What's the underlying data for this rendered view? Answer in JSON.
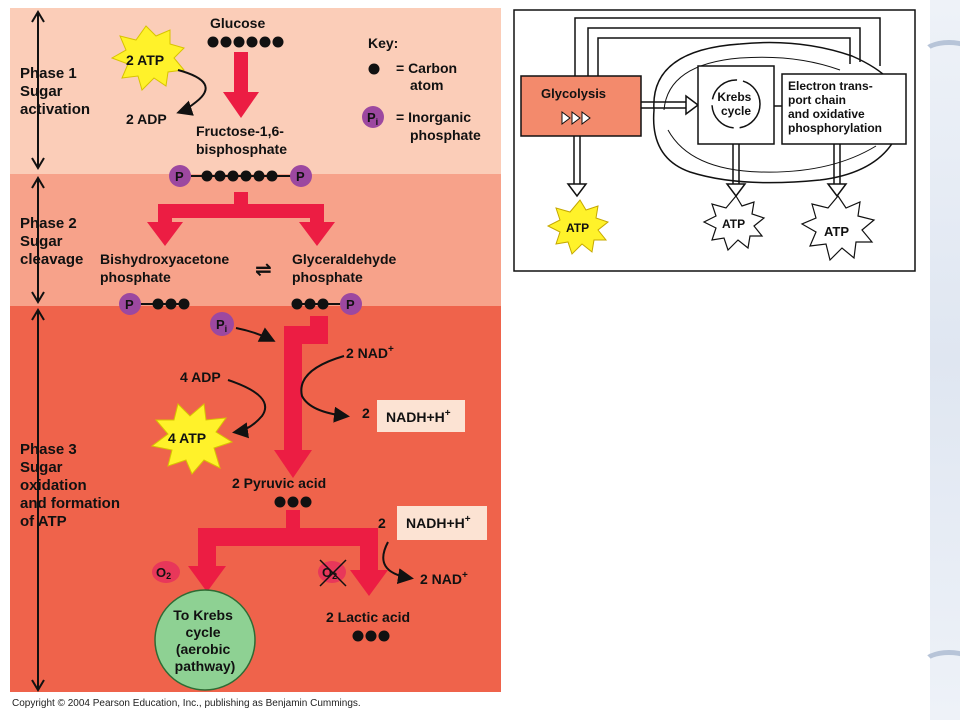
{
  "colors": {
    "phase1_bg": "#fbcdb8",
    "phase2_bg": "#f7a28a",
    "phase3_bg": "#ef634b",
    "arrow_red": "#ec1d43",
    "atp_star": "#fff22a",
    "phosphate": "#9c48a0",
    "krebs_circle": "#8ed193",
    "nadh_box": "#fce3d3",
    "o2": "#e8375a",
    "glycolysis_box": "#f38a6c"
  },
  "phases": {
    "p1": [
      "Phase 1",
      "Sugar",
      "activation"
    ],
    "p2": [
      "Phase 2",
      "Sugar",
      "cleavage"
    ],
    "p3": [
      "Phase 3",
      "Sugar",
      "oxidation",
      "and formation",
      "of ATP"
    ]
  },
  "key": {
    "title": "Key:",
    "carbon": [
      "= Carbon",
      "atom"
    ],
    "phosphate_symbol": "P",
    "phosphate_sub": "i",
    "phosphate": [
      "= Inorganic",
      "phosphate"
    ]
  },
  "labels": {
    "glucose": "Glucose",
    "atp2": "2 ATP",
    "adp2": "2 ADP",
    "fructose": [
      "Fructose-1,6-",
      "bisphosphate"
    ],
    "p": "P",
    "pi_main": "P",
    "pi_sub": "i",
    "bishydroxy": [
      "Bishydroxyacetone",
      "phosphate"
    ],
    "glyceraldehyde": [
      "Glyceraldehyde",
      "phosphate"
    ],
    "equilibrium": "⇌",
    "nad_top": "2 NAD",
    "plus": "+",
    "adp4": "4 ADP",
    "two": "2",
    "nadh_h": "NADH+H",
    "atp4": "4 ATP",
    "pyruvic": "2 Pyruvic acid",
    "o2_main": "O",
    "o2_sub": "2",
    "nad_bottom": "2 NAD",
    "krebs": [
      "To Krebs",
      "cycle",
      "(aerobic",
      "pathway)"
    ],
    "lactic": "2 Lactic acid"
  },
  "inset": {
    "glycolysis": "Glycolysis",
    "krebs": [
      "Krebs",
      "cycle"
    ],
    "etc": [
      "Electron trans-",
      "port chain",
      "and oxidative",
      "phosphorylation"
    ],
    "atp": "ATP"
  },
  "copyright": "Copyright © 2004 Pearson Education, Inc., publishing as Benjamin Cummings."
}
